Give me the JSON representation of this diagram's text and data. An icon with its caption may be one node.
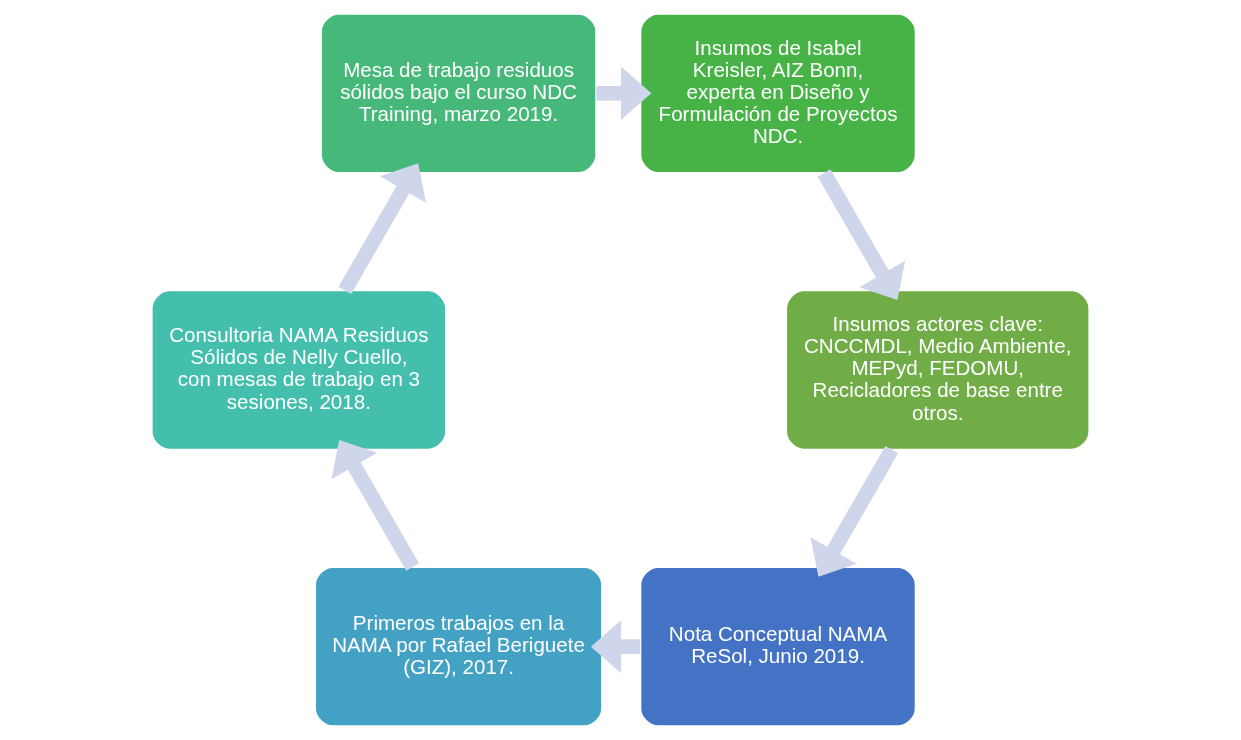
{
  "diagram": {
    "nodes": [
      {
        "text": [
          "Nota Conceptual NAMA ReSol, Junio 2019."
        ]
      },
      {
        "text": [
          "Insumos actores clave: CNCCMDL, Medio Ambiente, MEPyd, FEDOMU, Recicladores de base entre otros."
        ]
      },
      {
        "text": [
          "Primeros trabajos en la NAMA por Rafael Beriguete (GIZ), 2017."
        ]
      },
      {
        "text": [
          "Consultoria NAMA Residuos Sólidos de Nelly Cuello, con mesas de trabajo en 3 sesiones, 2018."
        ]
      },
      {
        "text": [
          "Insumos de Isabel Kreisler, AIZ Bonn, experta en Diseño y Formulación de Proyectos NDC."
        ]
      },
      {
        "text": [
          "Mesa de trabajo residuos sólidos bajo el curso NDC Training, marzo 2019."
        ]
      }
    ],
    "edges": [
      {
        "from": 0,
        "to": 2,
        "arrow": "to"
      },
      {
        "from": 2,
        "to": 3,
        "arrow": "to"
      },
      {
        "from": 3,
        "to": 5,
        "arrow": "to"
      },
      {
        "from": 5,
        "to": 4,
        "arrow": "to"
      },
      {
        "from": 4,
        "to": 1,
        "arrow": "to"
      },
      {
        "from": 1,
        "to": 0,
        "arrow": "to"
      }
    ]
  }
}
